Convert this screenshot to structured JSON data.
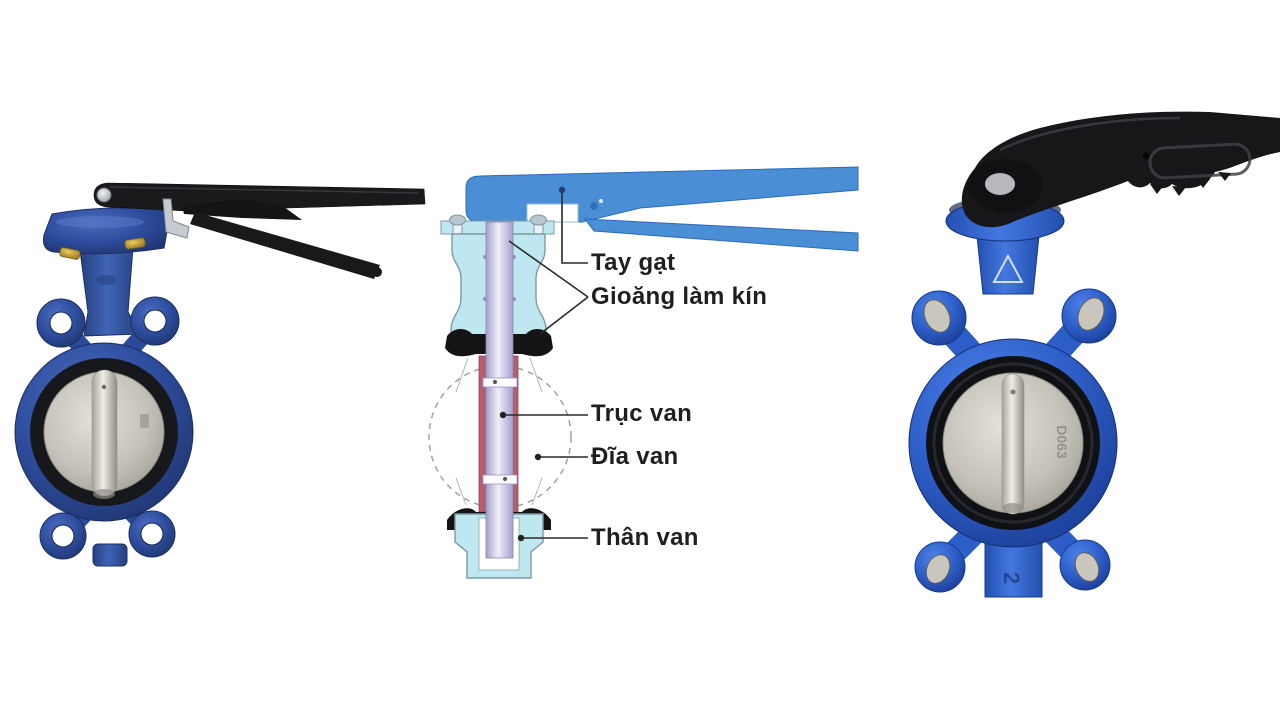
{
  "diagram": {
    "labels": {
      "handle": "Tay gạt",
      "seal": "Gioăng làm kín",
      "stem": "Trục van",
      "disc": "Đĩa van",
      "body": "Thân van"
    }
  },
  "right_valve": {
    "disc_marking": "D063",
    "neck_marking": "2"
  },
  "colors": {
    "left_valve_blue": "#2c4a9a",
    "right_valve_blue": "#2d5ec7",
    "handle_black": "#17171a",
    "diagram_handle_blue": "#4a8fd6",
    "diagram_body_cyan": "#bfe7ef",
    "diagram_stem_lavender": "#cdc8e8",
    "diagram_disc_red": "#b55f6d",
    "diagram_seal_black": "#141414",
    "label_text": "#1f1f1f",
    "background": "#ffffff"
  }
}
